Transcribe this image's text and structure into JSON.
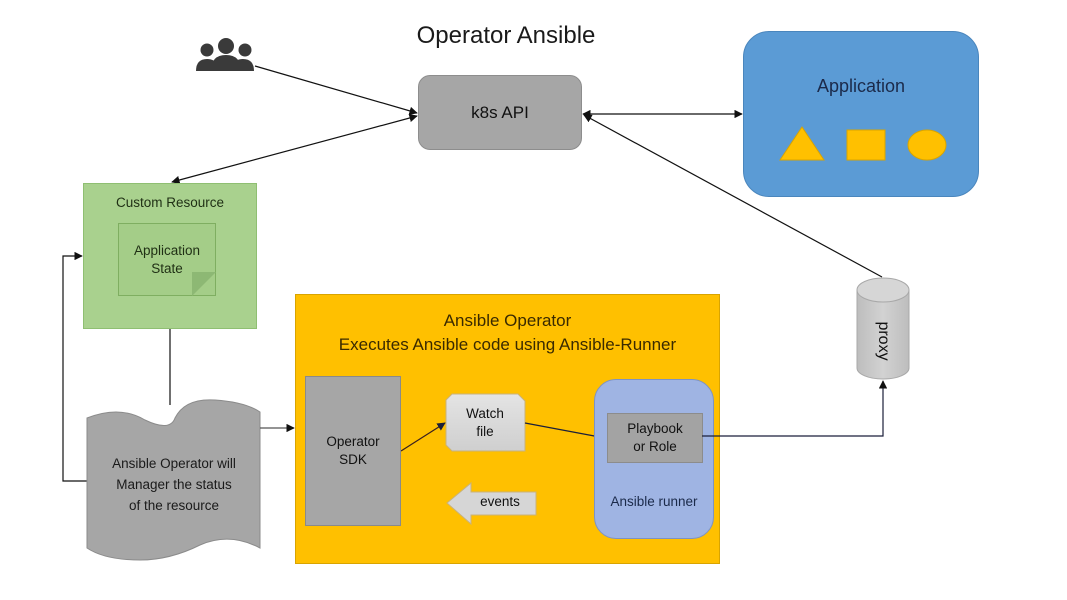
{
  "title": "Operator  Ansible",
  "nodes": {
    "users": {
      "icon": "users-group-icon"
    },
    "k8s_api": {
      "label": "k8s API"
    },
    "application": {
      "label": "Application",
      "shapes": [
        "triangle",
        "square",
        "circle"
      ]
    },
    "custom_resource": {
      "label": "Custom Resource",
      "note": {
        "line1": "Application",
        "line2": "State"
      }
    },
    "status_document": {
      "line1": "Ansible Operator will",
      "line2": "Manager the status",
      "line3": "of the resource"
    },
    "ansible_operator": {
      "line1": "Ansible Operator",
      "line2": "Executes Ansible code using Ansible-Runner",
      "operator_sdk": {
        "line1": "Operator",
        "line2": "SDK"
      },
      "watch_file": {
        "line1": "Watch",
        "line2": "file"
      },
      "events": {
        "label": "events"
      },
      "ansible_runner": {
        "label": "Ansible runner",
        "playbook": {
          "line1": "Playbook",
          "line2": "or Role"
        }
      }
    },
    "proxy": {
      "label": "proxy"
    }
  },
  "edges": [
    {
      "from": "users",
      "to": "k8s_api"
    },
    {
      "from": "k8s_api",
      "to": "custom_resource",
      "bidirectional": true
    },
    {
      "from": "k8s_api",
      "to": "application",
      "bidirectional": true
    },
    {
      "from": "proxy",
      "to": "k8s_api"
    },
    {
      "from": "custom_resource",
      "to": "status_document"
    },
    {
      "from": "status_document",
      "to": "custom_resource"
    },
    {
      "from": "status_document",
      "to": "operator_sdk"
    },
    {
      "from": "operator_sdk",
      "to": "watch_file"
    },
    {
      "from": "watch_file",
      "to": "playbook"
    },
    {
      "from": "playbook",
      "to": "proxy"
    },
    {
      "from": "ansible_runner",
      "to": "operator_sdk",
      "label": "events"
    }
  ],
  "colors": {
    "k8s": "#a6a6a6",
    "application": "#5b9bd5",
    "app_shapes": "#ffc000",
    "custom_resource": "#a9d18e",
    "ansible_operator": "#ffc000",
    "ansible_runner": "#9fb4e3",
    "document": "#a6a6a6",
    "proxy": "#c9c9c9"
  }
}
